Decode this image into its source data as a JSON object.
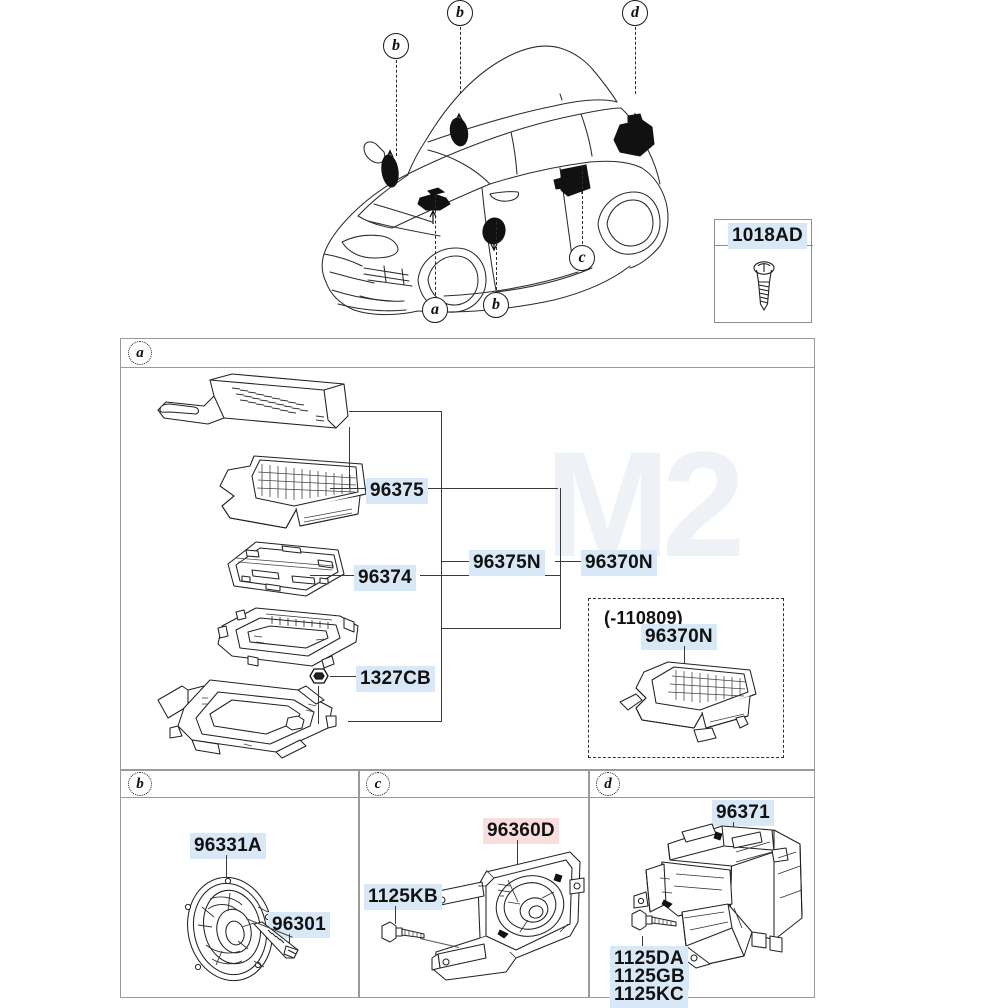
{
  "diagram": {
    "title": "Audio amplifier / speaker parts diagram",
    "watermark": "M2",
    "colors": {
      "highlight_blue": "#d9e8f6",
      "highlight_pink": "#f9dede",
      "line": "#3a3a3a",
      "panel_border": "#9a9a9a"
    }
  },
  "vehicle": {
    "name": "vehicle-illustration",
    "callouts": [
      {
        "id": "b1",
        "letter": "b",
        "target": "front-door-speaker-left"
      },
      {
        "id": "b2",
        "letter": "b",
        "target": "dashboard-tweeter"
      },
      {
        "id": "d",
        "letter": "d",
        "target": "rear-quarter-speaker-bracket"
      },
      {
        "id": "c",
        "letter": "c",
        "target": "rear-door-speaker"
      },
      {
        "id": "b3",
        "letter": "b",
        "target": "front-door-speaker-right"
      },
      {
        "id": "a",
        "letter": "a",
        "target": "amplifier-unit"
      }
    ]
  },
  "screw_box": {
    "name": "fastener-callout-box",
    "part_no": "1018AD",
    "icon": "screw-icon"
  },
  "panels": [
    {
      "id": "a",
      "letter": "a",
      "name": "panel-a-amplifier",
      "labels": [
        {
          "text": "96375",
          "style": "blue"
        },
        {
          "text": "96374",
          "style": "blue"
        },
        {
          "text": "96375N",
          "style": "blue"
        },
        {
          "text": "96370N",
          "style": "blue"
        },
        {
          "text": "1327CB",
          "style": "blue"
        }
      ],
      "inset": {
        "name": "production-date-inset",
        "date_note": "(-110809)",
        "part_no": "96370N"
      }
    },
    {
      "id": "b",
      "letter": "b",
      "name": "panel-b-door-speaker",
      "labels": [
        {
          "text": "96331A",
          "style": "blue"
        },
        {
          "text": "96301",
          "style": "blue"
        }
      ]
    },
    {
      "id": "c",
      "letter": "c",
      "name": "panel-c-speaker-bracket",
      "labels": [
        {
          "text": "96360D",
          "style": "pink"
        },
        {
          "text": "1125KB",
          "style": "blue"
        }
      ]
    },
    {
      "id": "d",
      "letter": "d",
      "name": "panel-d-rear-speaker-housing",
      "labels": [
        {
          "text": "96371",
          "style": "blue"
        },
        {
          "text": "1125DA\n1125GB\n1125KC",
          "style": "blue"
        }
      ],
      "bolt_stack": [
        "1125DA",
        "1125GB",
        "1125KC"
      ]
    }
  ]
}
